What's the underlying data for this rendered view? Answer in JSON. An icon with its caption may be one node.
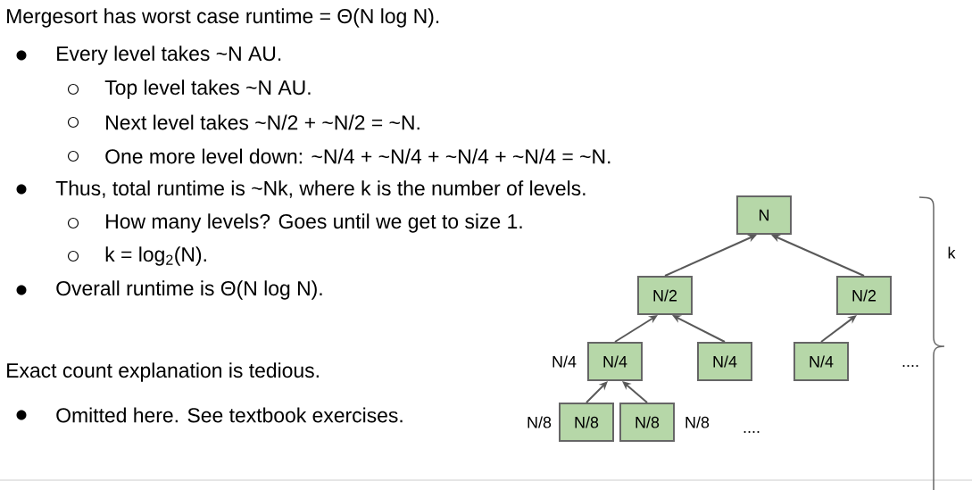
{
  "diagram": {
    "title": "Mergesort has worst case runtime =  Θ(N log N).",
    "nodes": [
      {
        "text": [
          "N"
        ]
      },
      {
        "text": [
          "N/2"
        ]
      },
      {
        "text": [
          "N/2"
        ]
      },
      {
        "text": [
          "N/4"
        ],
        "beside": [
          "N/4"
        ]
      },
      {
        "text": [
          "N/4"
        ]
      },
      {
        "text": [
          "N/4"
        ]
      },
      {
        "text": [
          "N/8"
        ],
        "beside": [
          "N/8"
        ]
      },
      {
        "text": [
          "N/8"
        ],
        "beside": [
          "N/8"
        ]
      }
    ],
    "edges": [
      {
        "from": 1,
        "to": 0,
        "arrow": "to"
      },
      {
        "from": 2,
        "to": 0,
        "arrow": "to"
      },
      {
        "from": 3,
        "to": 1,
        "arrow": "to"
      },
      {
        "from": 4,
        "to": 1,
        "arrow": "to"
      },
      {
        "from": 5,
        "to": 2,
        "arrow": "to"
      },
      {
        "from": 6,
        "to": 3,
        "arrow": "to"
      },
      {
        "from": 7,
        "to": 3,
        "arrow": "to"
      }
    ],
    "labels": [
      "Every level takes ~N AU.",
      "Top level takes ~N AU.",
      "Next level takes ~N/2 + ~N/2 = ~N.",
      "One more level down: ~N/4 + ~N/4 + ~N/4 + ~N/4 = ~N.",
      "Thus, total runtime is ~Nk, where k is the number of levels.",
      "How many levels? Goes until we get to size 1.",
      "k = log$_{2}$(N).",
      "Overall runtime is Θ(N log N).",
      "k",
      "....",
      "Exact count explanation is tedious.",
      "Omitted here. See textbook exercises.",
      "...."
    ]
  }
}
